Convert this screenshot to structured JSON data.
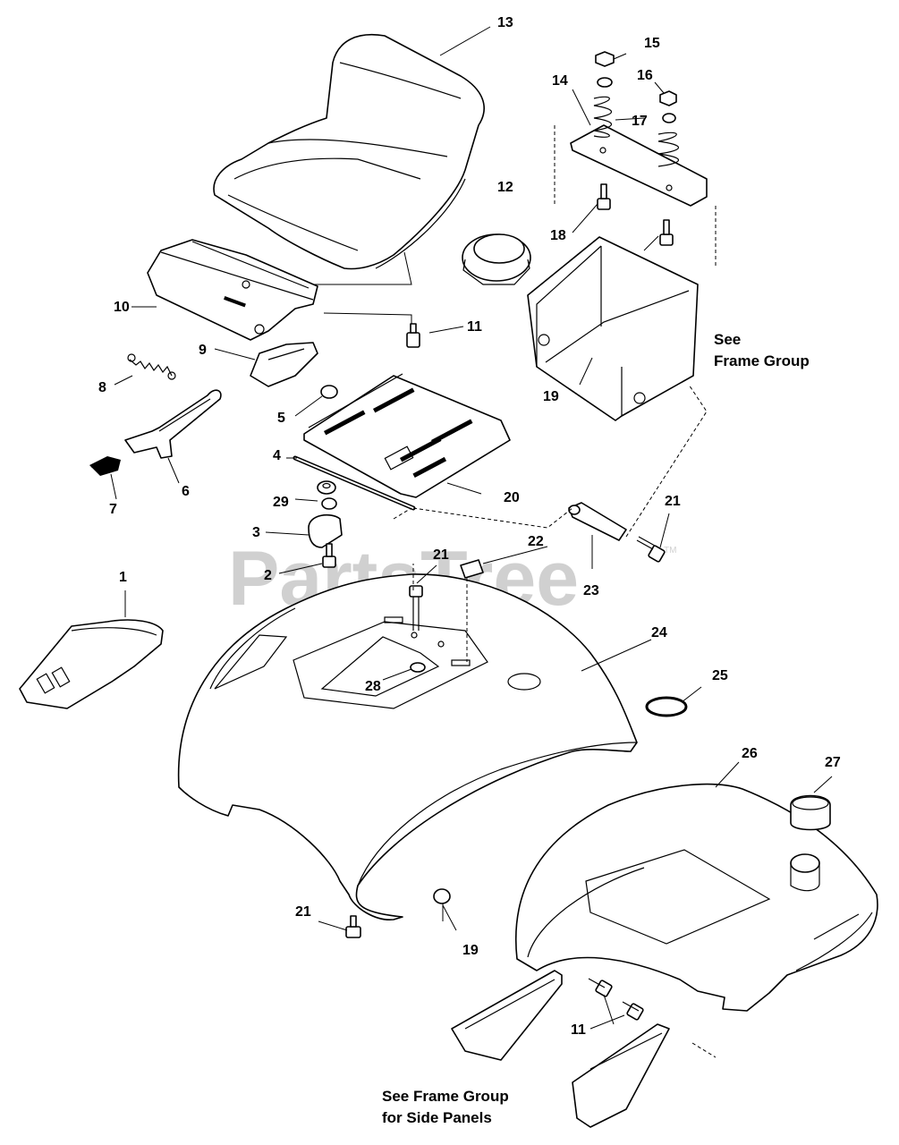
{
  "watermark": {
    "text": "PartsTree",
    "trademark": "TM"
  },
  "notes": {
    "see_frame_group_line1": "See",
    "see_frame_group_line2": "Frame Group",
    "side_panels_line1": "See Frame Group",
    "side_panels_line2": "for Side Panels"
  },
  "callouts": {
    "c1": "1",
    "c2": "2",
    "c3": "3",
    "c4": "4",
    "c5": "5",
    "c6": "6",
    "c7": "7",
    "c8": "8",
    "c9": "9",
    "c10": "10",
    "c11_a": "11",
    "c11_b": "11",
    "c12": "12",
    "c13": "13",
    "c14": "14",
    "c15": "15",
    "c16": "16",
    "c17": "17",
    "c18": "18",
    "c19_a": "19",
    "c19_b": "19",
    "c20": "20",
    "c21_a": "21",
    "c21_b": "21",
    "c21_c": "21",
    "c22": "22",
    "c23": "23",
    "c24": "24",
    "c25": "25",
    "c26": "26",
    "c27": "27",
    "c28": "28",
    "c29": "29"
  },
  "colors": {
    "line": "#000000",
    "watermark": "#d0d0d0",
    "background": "#ffffff"
  }
}
